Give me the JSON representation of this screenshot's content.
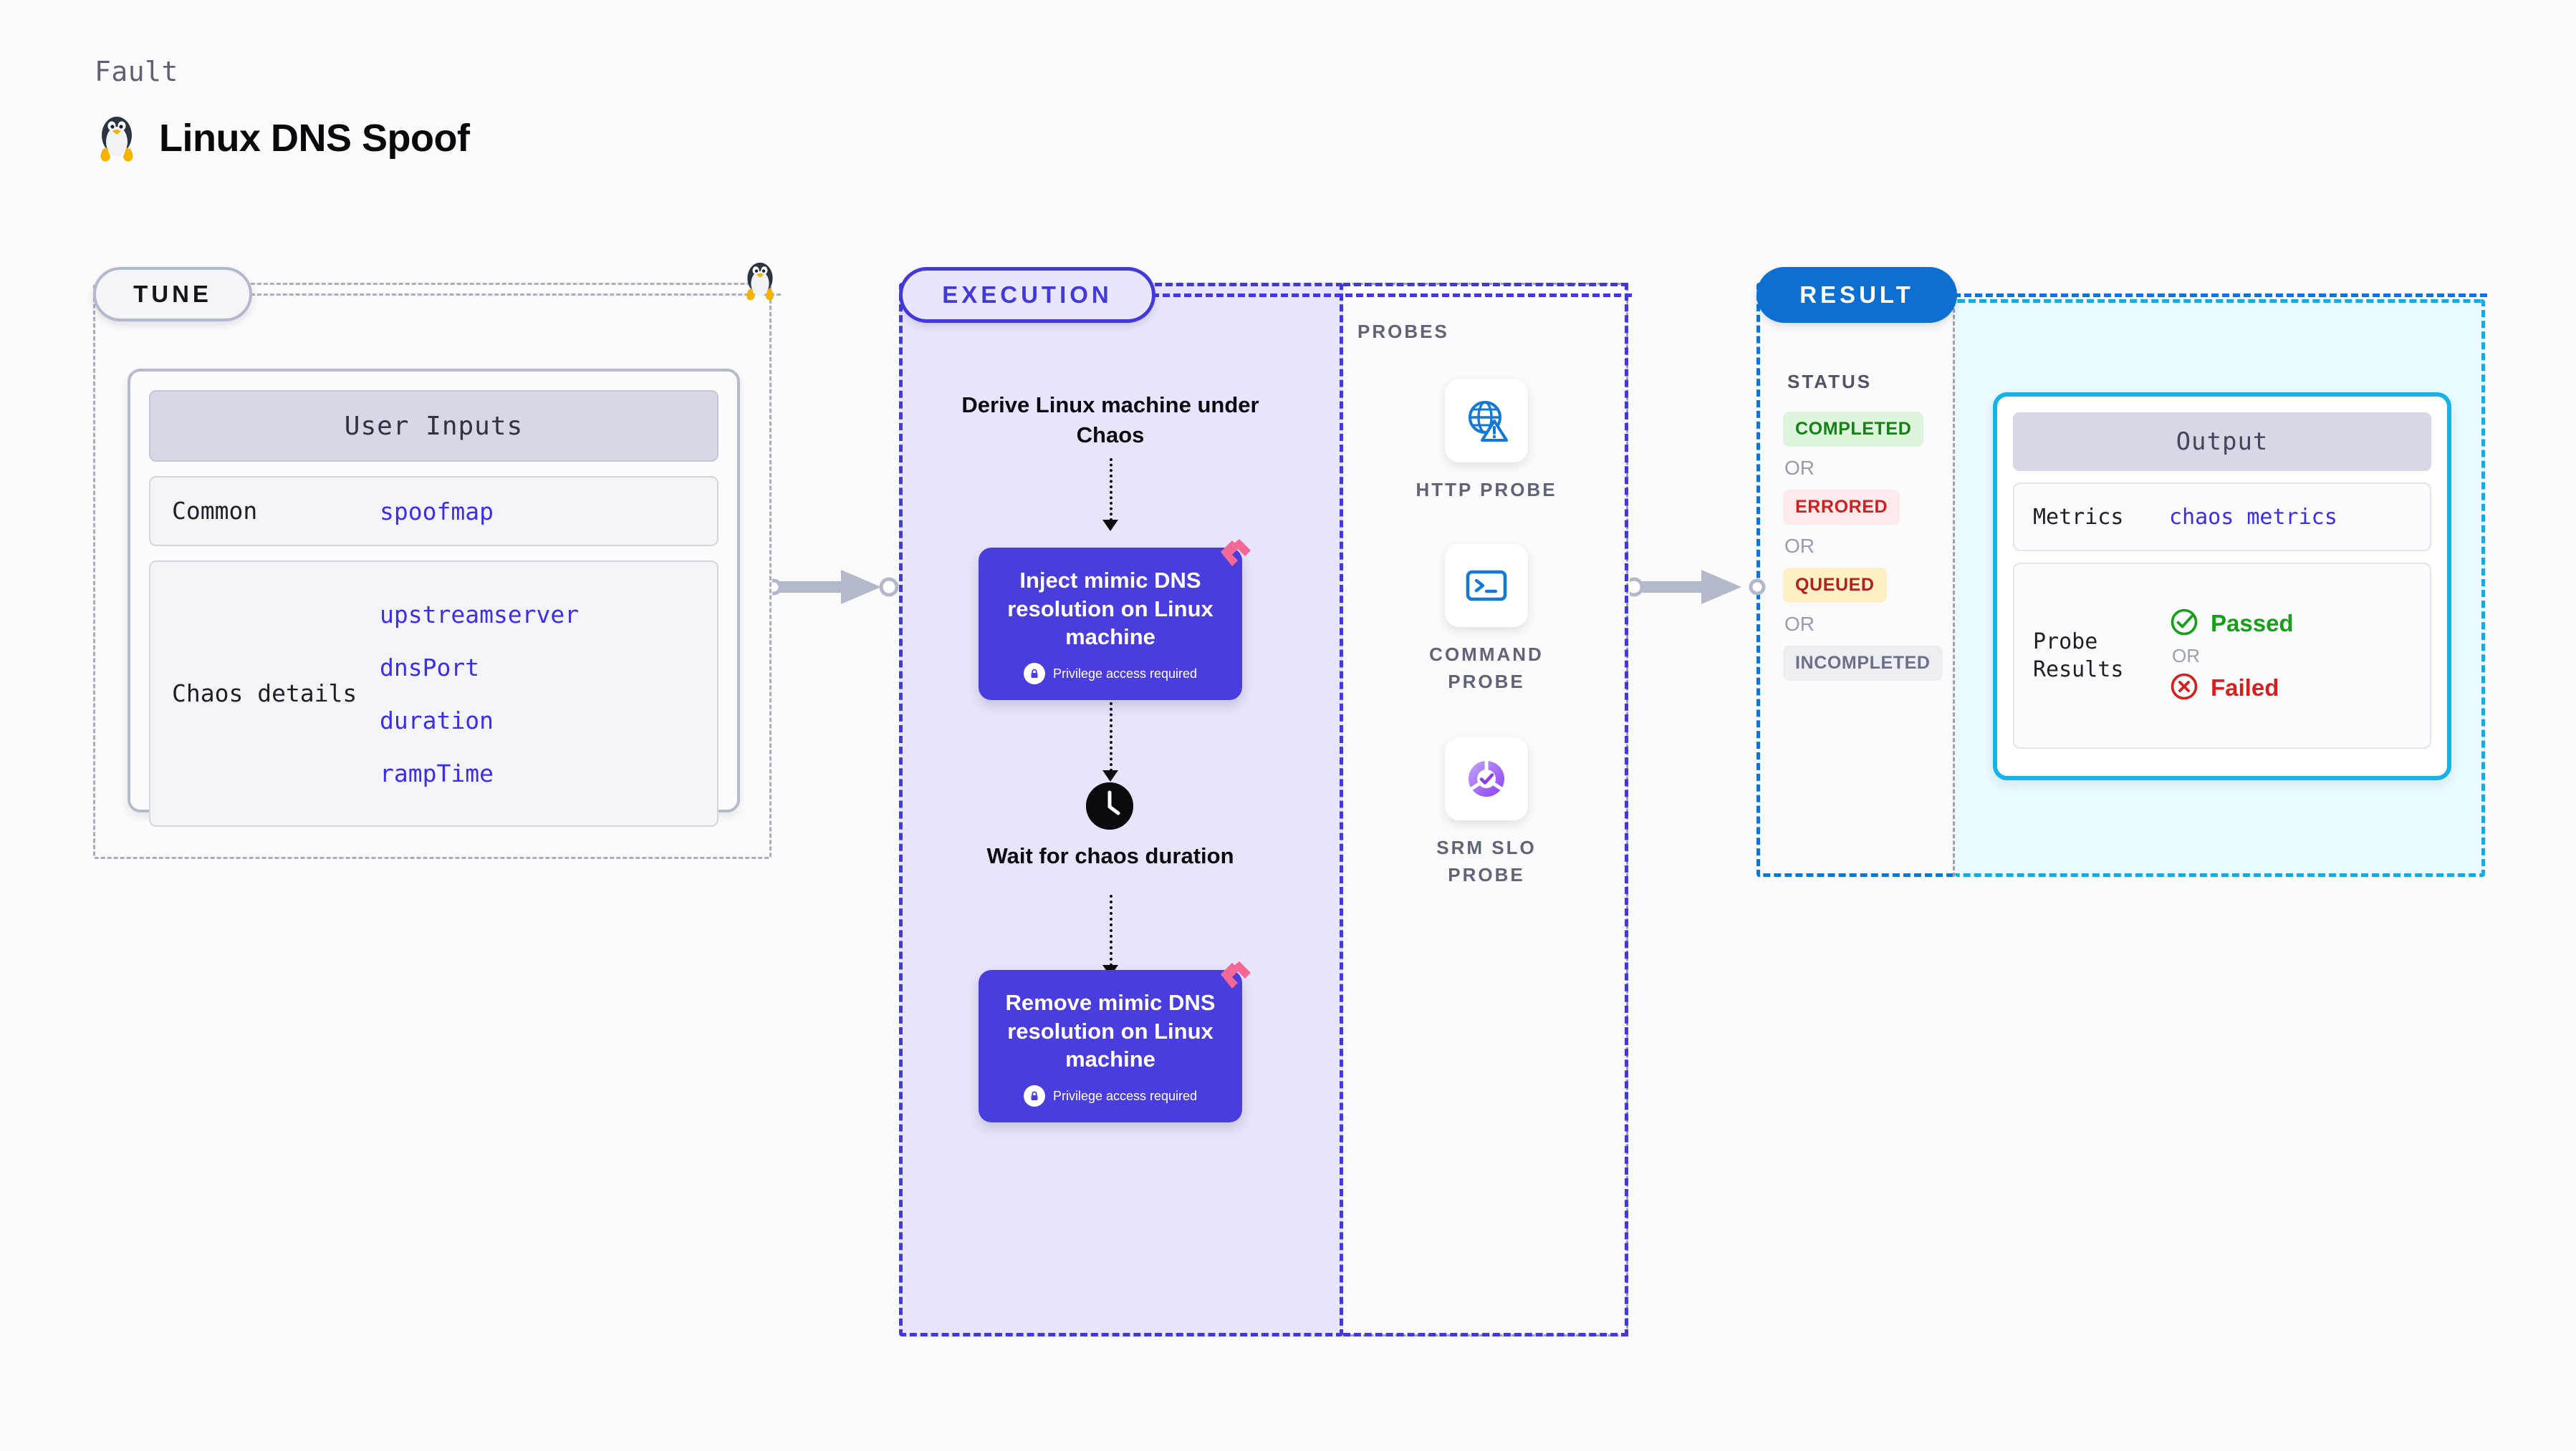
{
  "header": {
    "kicker": "Fault",
    "title": "Linux DNS Spoof",
    "icon": "linux-tux-icon"
  },
  "tune": {
    "pill_label": "TUNE",
    "card": {
      "section_title": "User Inputs",
      "rows": [
        {
          "key": "Common",
          "values": [
            "spoofmap"
          ]
        },
        {
          "key": "Chaos details",
          "values": [
            "upstreamserver",
            "dnsPort",
            "duration",
            "rampTime"
          ]
        }
      ]
    }
  },
  "execution": {
    "pill_label": "EXECUTION",
    "steps": [
      {
        "type": "label",
        "text": "Derive Linux machine under Chaos"
      },
      {
        "type": "action",
        "title": "Inject mimic DNS resolution on Linux machine",
        "note": "Privilege access required",
        "note_icon": "lock-icon",
        "corner_icon": "harness-logo-icon"
      },
      {
        "type": "wait",
        "icon": "clock-icon",
        "text": "Wait for chaos duration"
      },
      {
        "type": "action",
        "title": "Remove mimic DNS resolution on Linux machine",
        "note": "Privilege access required",
        "note_icon": "lock-icon",
        "corner_icon": "harness-logo-icon"
      }
    ]
  },
  "probes": {
    "title": "PROBES",
    "items": [
      {
        "name": "HTTP PROBE",
        "icon": "globe-warning-icon"
      },
      {
        "name": "COMMAND PROBE",
        "icon": "terminal-icon"
      },
      {
        "name": "SRM SLO PROBE",
        "icon": "slo-donut-check-icon"
      }
    ]
  },
  "result": {
    "pill_label": "RESULT",
    "status_title": "STATUS",
    "or_label": "OR",
    "statuses": [
      {
        "label": "COMPLETED",
        "tone": "green"
      },
      {
        "label": "ERRORED",
        "tone": "red"
      },
      {
        "label": "QUEUED",
        "tone": "amber"
      },
      {
        "label": "INCOMPLETED",
        "tone": "gray"
      }
    ]
  },
  "output": {
    "section_title": "Output",
    "rows": [
      {
        "key": "Metrics",
        "value": "chaos metrics"
      },
      {
        "key": "Probe Results",
        "pass": "Passed",
        "or": "OR",
        "fail": "Failed",
        "pass_icon": "check-circle-icon",
        "fail_icon": "x-circle-icon"
      }
    ]
  },
  "colors": {
    "execution_accent": "#4338d9",
    "execution_fill": "#e7e5fb",
    "result_accent": "#1273d4",
    "output_accent": "#14b3e8",
    "output_fill": "#eafaff",
    "action_card": "#4a3ddd",
    "mono_value": "#3b2ee8",
    "neutral_dash": "#a8aebe",
    "pass_green": "#17a017",
    "fail_red": "#d61f1f",
    "corner_logo_pink": "#f46896"
  }
}
